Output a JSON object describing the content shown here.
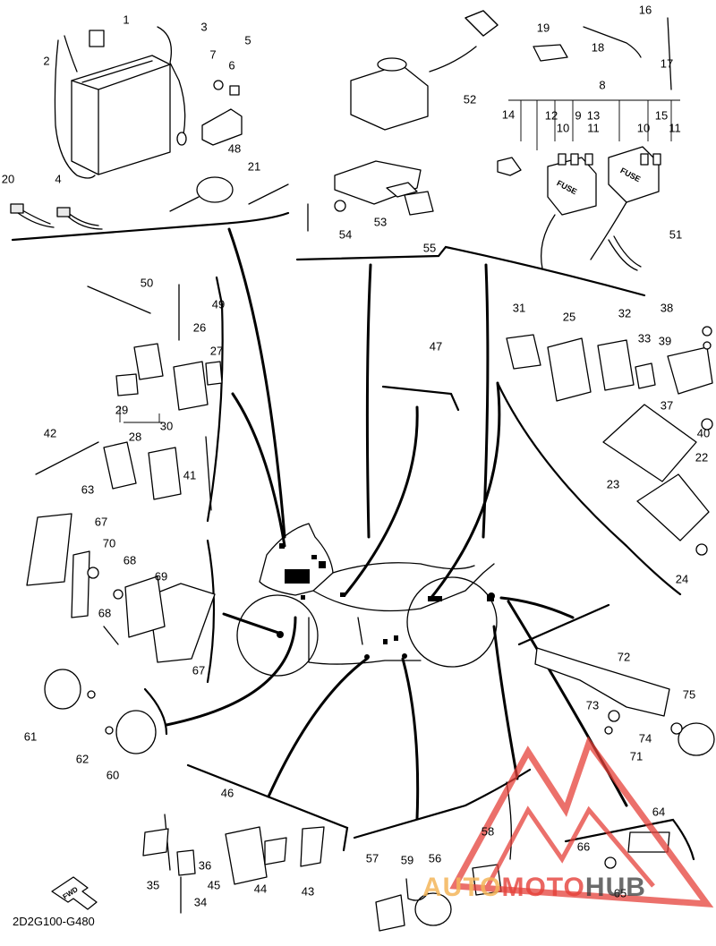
{
  "diagram_code": "2D2G100-G480",
  "fwd_arrow_label": "FWD",
  "watermark": {
    "part1": "AUTO",
    "part2": "MOTO",
    "part3": "HUB",
    "triangle_color": "#e5413a",
    "accent_color": "#f4b65a"
  },
  "fuse_labels": [
    "FUSE",
    "FUSE"
  ],
  "callouts": [
    {
      "id": "1",
      "text": "1"
    },
    {
      "id": "2",
      "text": "2"
    },
    {
      "id": "3",
      "text": "3"
    },
    {
      "id": "4",
      "text": "4"
    },
    {
      "id": "5",
      "text": "5"
    },
    {
      "id": "6",
      "text": "6"
    },
    {
      "id": "7",
      "text": "7"
    },
    {
      "id": "8",
      "text": "8"
    },
    {
      "id": "9",
      "text": "9"
    },
    {
      "id": "10a",
      "text": "10"
    },
    {
      "id": "10b",
      "text": "10"
    },
    {
      "id": "11a",
      "text": "11"
    },
    {
      "id": "11b",
      "text": "11"
    },
    {
      "id": "12",
      "text": "12"
    },
    {
      "id": "13",
      "text": "13"
    },
    {
      "id": "14",
      "text": "14"
    },
    {
      "id": "15",
      "text": "15"
    },
    {
      "id": "16",
      "text": "16"
    },
    {
      "id": "17",
      "text": "17"
    },
    {
      "id": "18",
      "text": "18"
    },
    {
      "id": "19",
      "text": "19"
    },
    {
      "id": "20",
      "text": "20"
    },
    {
      "id": "21",
      "text": "21"
    },
    {
      "id": "22",
      "text": "22"
    },
    {
      "id": "23",
      "text": "23"
    },
    {
      "id": "24",
      "text": "24"
    },
    {
      "id": "25",
      "text": "25"
    },
    {
      "id": "26",
      "text": "26"
    },
    {
      "id": "27",
      "text": "27"
    },
    {
      "id": "28",
      "text": "28"
    },
    {
      "id": "29",
      "text": "29"
    },
    {
      "id": "30",
      "text": "30"
    },
    {
      "id": "31",
      "text": "31"
    },
    {
      "id": "32",
      "text": "32"
    },
    {
      "id": "33",
      "text": "33"
    },
    {
      "id": "34",
      "text": "34"
    },
    {
      "id": "35",
      "text": "35"
    },
    {
      "id": "36",
      "text": "36"
    },
    {
      "id": "37",
      "text": "37"
    },
    {
      "id": "38",
      "text": "38"
    },
    {
      "id": "39",
      "text": "39"
    },
    {
      "id": "40",
      "text": "40"
    },
    {
      "id": "41",
      "text": "41"
    },
    {
      "id": "42",
      "text": "42"
    },
    {
      "id": "43",
      "text": "43"
    },
    {
      "id": "44",
      "text": "44"
    },
    {
      "id": "45",
      "text": "45"
    },
    {
      "id": "46",
      "text": "46"
    },
    {
      "id": "47",
      "text": "47"
    },
    {
      "id": "48",
      "text": "48"
    },
    {
      "id": "49",
      "text": "49"
    },
    {
      "id": "50",
      "text": "50"
    },
    {
      "id": "51",
      "text": "51"
    },
    {
      "id": "52",
      "text": "52"
    },
    {
      "id": "53",
      "text": "53"
    },
    {
      "id": "54",
      "text": "54"
    },
    {
      "id": "55",
      "text": "55"
    },
    {
      "id": "56",
      "text": "56"
    },
    {
      "id": "57",
      "text": "57"
    },
    {
      "id": "58",
      "text": "58"
    },
    {
      "id": "59",
      "text": "59"
    },
    {
      "id": "60",
      "text": "60"
    },
    {
      "id": "61",
      "text": "61"
    },
    {
      "id": "62",
      "text": "62"
    },
    {
      "id": "63",
      "text": "63"
    },
    {
      "id": "64",
      "text": "64"
    },
    {
      "id": "65",
      "text": "65"
    },
    {
      "id": "66",
      "text": "66"
    },
    {
      "id": "67a",
      "text": "67"
    },
    {
      "id": "67b",
      "text": "67"
    },
    {
      "id": "68a",
      "text": "68"
    },
    {
      "id": "68b",
      "text": "68"
    },
    {
      "id": "69",
      "text": "69"
    },
    {
      "id": "70",
      "text": "70"
    },
    {
      "id": "71",
      "text": "71"
    },
    {
      "id": "72",
      "text": "72"
    },
    {
      "id": "73",
      "text": "73"
    },
    {
      "id": "74",
      "text": "74"
    },
    {
      "id": "75",
      "text": "75"
    }
  ]
}
